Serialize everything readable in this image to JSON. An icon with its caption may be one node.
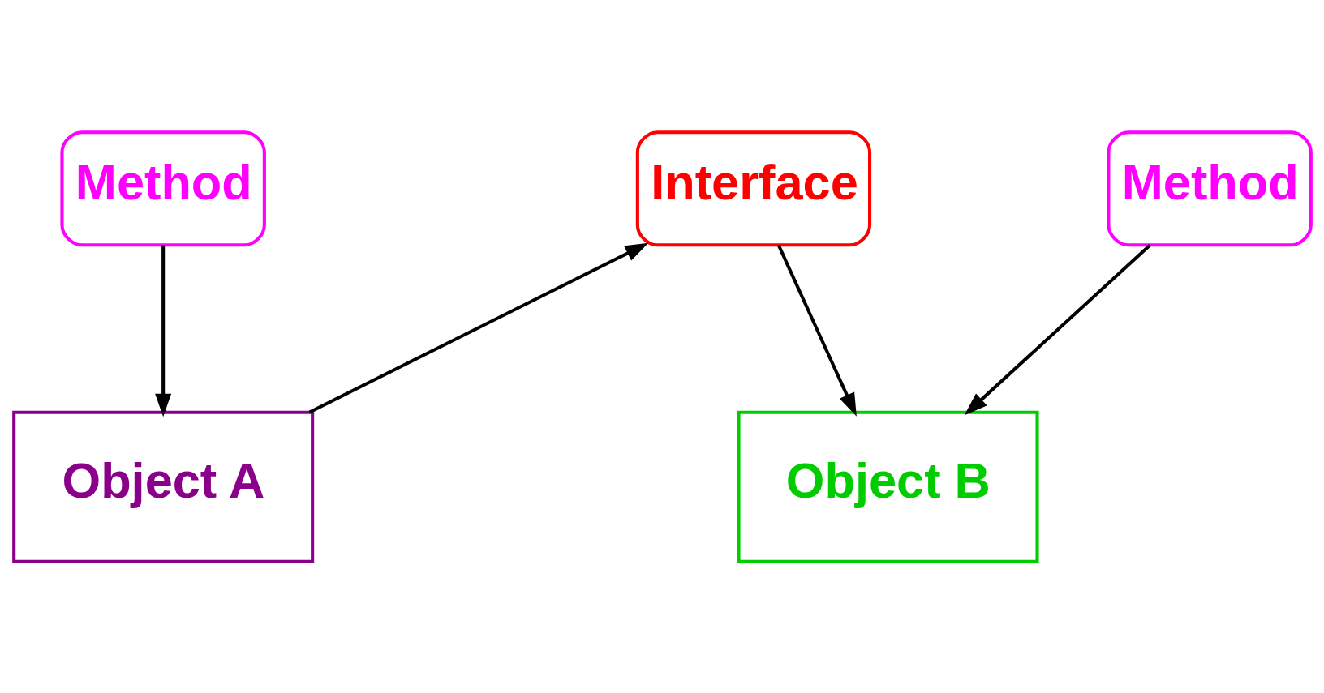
{
  "diagram": {
    "nodes": [
      {
        "text": [
          "Method"
        ]
      },
      {
        "text": [
          "Interface"
        ]
      },
      {
        "text": [
          "Method"
        ]
      },
      {
        "text": [
          "Object A"
        ]
      },
      {
        "text": [
          "Object B"
        ]
      }
    ],
    "edges": [
      {
        "from": 0,
        "to": 3,
        "arrow": "to"
      },
      {
        "from": 3,
        "to": 1,
        "arrow": "to"
      },
      {
        "from": 1,
        "to": 4,
        "arrow": "to"
      },
      {
        "from": 2,
        "to": 4,
        "arrow": "to"
      }
    ]
  }
}
